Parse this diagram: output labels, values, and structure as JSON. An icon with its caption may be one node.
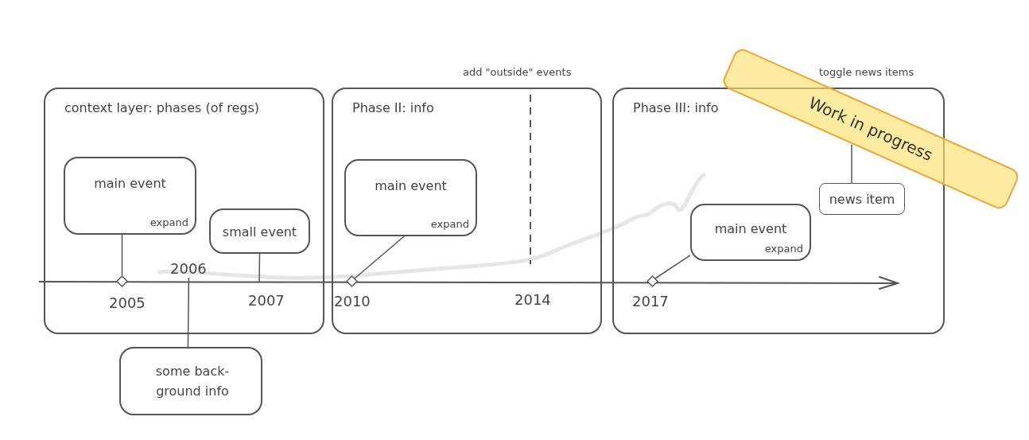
{
  "diagram": {
    "nodes": [
      {
        "text": [
          "context layer: phases (of regs)"
        ]
      },
      {
        "text": [
          "main event",
          "expand"
        ],
        "in": 0
      },
      {
        "text": [
          "small event"
        ],
        "in": 0
      },
      {
        "text": [
          "Phase II: info"
        ]
      },
      {
        "text": [
          "main event",
          "expand"
        ],
        "in": 3
      },
      {
        "text": [
          "Phase III: info"
        ]
      },
      {
        "text": [
          "main event",
          "expand"
        ],
        "in": 5
      },
      {
        "text": [
          "news item"
        ],
        "in": 5
      },
      {
        "text": [
          "some back- ground info"
        ]
      },
      {
        "text": [
          "Work in progress"
        ]
      },
      {
        "text": [],
        "shape": "diamond",
        "beside": [
          "2005"
        ]
      },
      {
        "text": [],
        "shape": "diamond",
        "beside": [
          "2010"
        ]
      },
      {
        "text": [],
        "shape": "diamond",
        "beside": [
          "2017"
        ]
      },
      {
        "text": [
          "2006"
        ],
        "in": 0
      },
      {
        "text": [],
        "shape": "arrow"
      }
    ],
    "edges": [
      {
        "from": 1,
        "to": 10,
        "arrow": "none"
      },
      {
        "from": 2,
        "to": 14,
        "arrow": "none"
      },
      {
        "from": 13,
        "to": 8,
        "arrow": "none"
      },
      {
        "from": 4,
        "to": 11,
        "arrow": "none"
      },
      {
        "from": 6,
        "to": 12,
        "arrow": "none"
      },
      {
        "from": 7,
        "to": 9,
        "arrow": "none"
      }
    ],
    "labels": [
      "add \"outside\" events",
      "toggle news items",
      "2007",
      "2014"
    ]
  }
}
